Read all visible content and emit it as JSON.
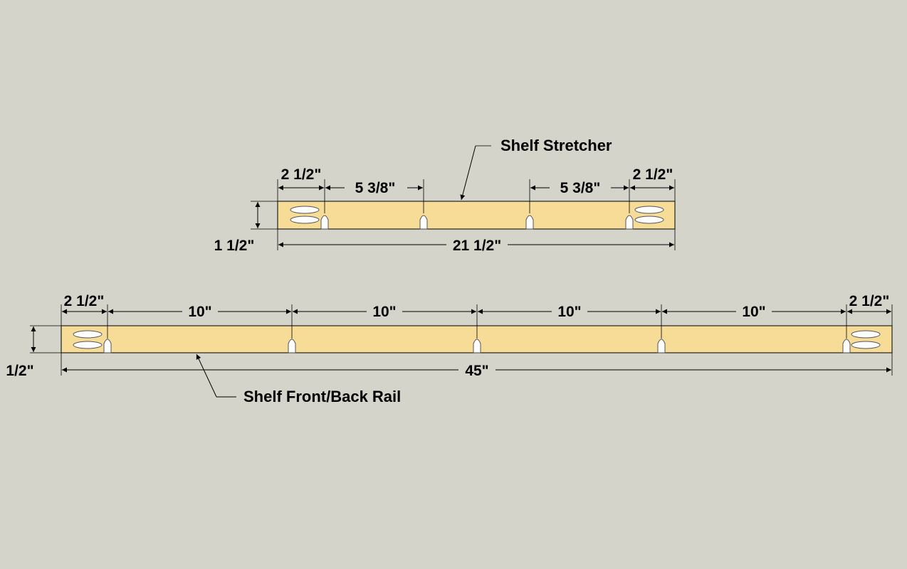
{
  "stretcher": {
    "title": "Shelf Stretcher",
    "dims": {
      "left_end": "2 1/2\"",
      "left_space": "5 3/8\"",
      "right_space": "5 3/8\"",
      "right_end": "2 1/2\"",
      "length": "21 1/2\"",
      "height": "1 1/2\""
    }
  },
  "rail": {
    "title": "Shelf Front/Back Rail",
    "dims": {
      "left_end": "2 1/2\"",
      "space_1": "10\"",
      "space_2": "10\"",
      "space_3": "10\"",
      "space_4": "10\"",
      "right_end": "2 1/2\"",
      "length": "45\"",
      "height": "1/2\""
    }
  },
  "colors": {
    "background": "#d4d4ca",
    "board": "#f7dc98",
    "pocket": "#ffffff"
  }
}
